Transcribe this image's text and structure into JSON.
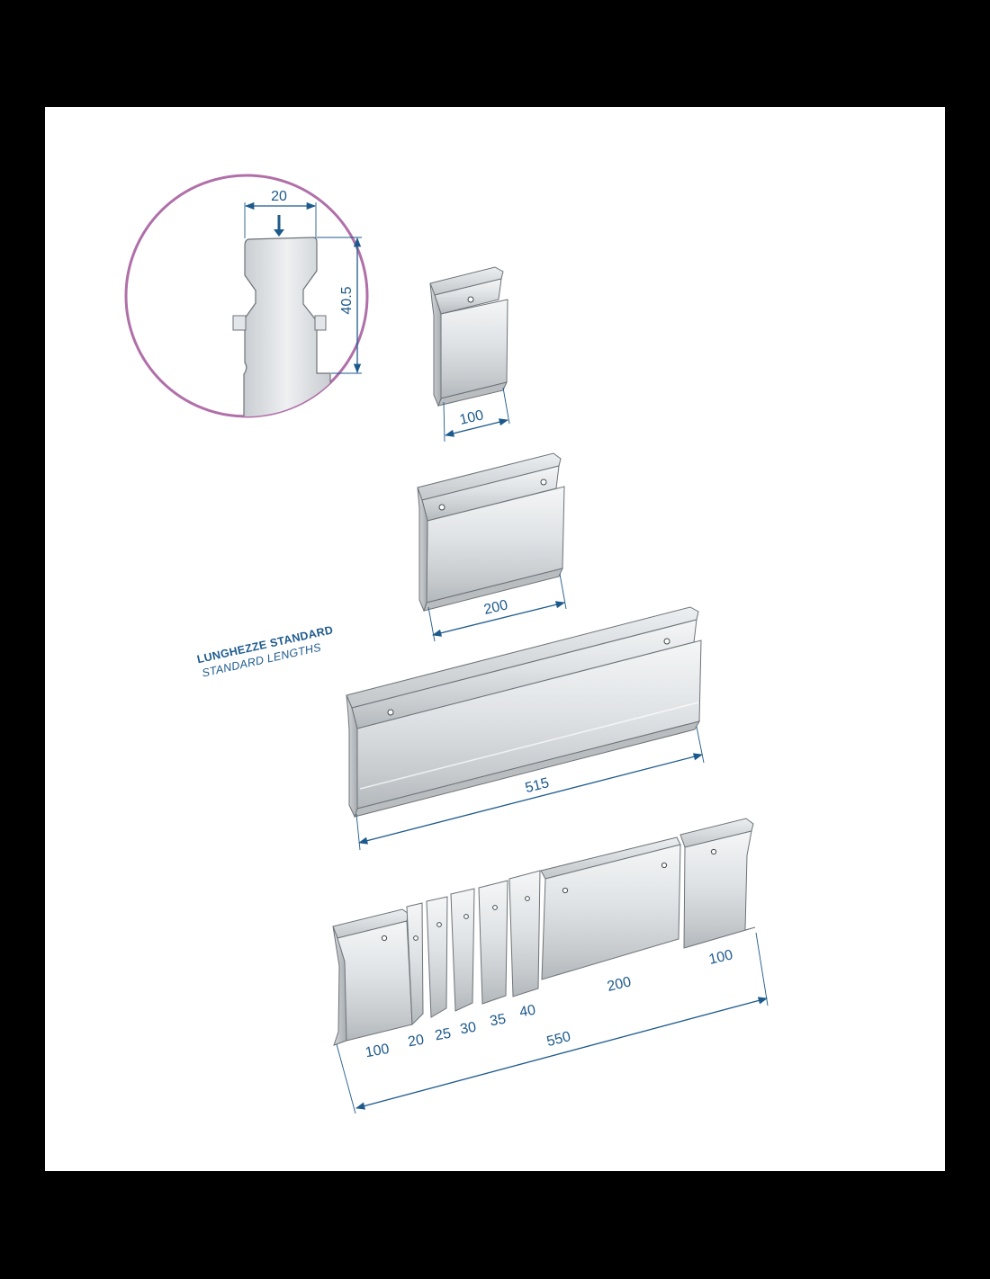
{
  "title": {
    "main": "LUNGHEZZE STANDARD",
    "sub": "STANDARD LENGTHS"
  },
  "detail": {
    "width": "20",
    "height": "40.5"
  },
  "pieces": {
    "single_100": "100",
    "single_200": "200",
    "single_515": "515"
  },
  "set": {
    "labels": [
      "100",
      "20",
      "25",
      "30",
      "35",
      "40",
      "200",
      "100"
    ],
    "total": "550"
  },
  "colors": {
    "dimension": "#1d5a8c",
    "circle": "#b06fa8",
    "steel_light": "#f1f3f4",
    "steel_dark": "#a9aeb2"
  }
}
